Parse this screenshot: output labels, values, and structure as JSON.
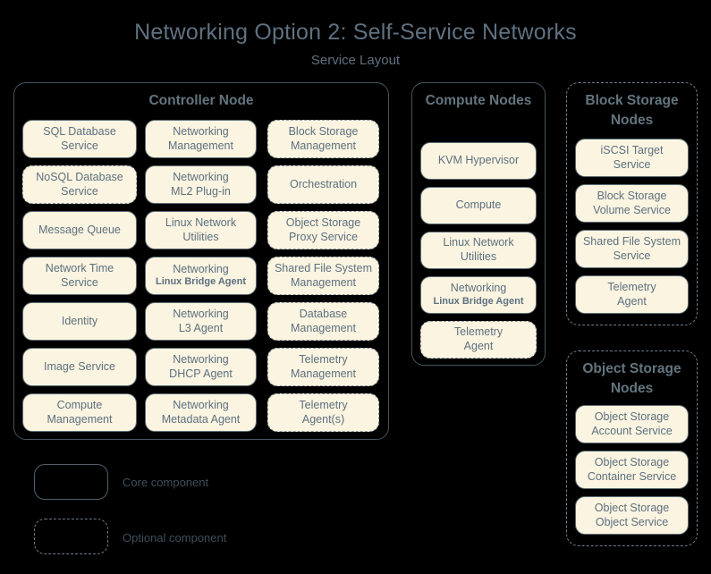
{
  "header": {
    "title": "Networking Option 2: Self-Service Networks",
    "subtitle": "Service Layout"
  },
  "controller_node": {
    "title": "Controller Node",
    "columns": [
      {
        "items": [
          {
            "l1": "SQL Database",
            "l2": "Service",
            "optional": false
          },
          {
            "l1": "NoSQL Database",
            "l2": "Service",
            "optional": true
          },
          {
            "l1": "Message Queue",
            "l2": "",
            "optional": false
          },
          {
            "l1": "Network Time",
            "l2": "Service",
            "optional": false
          },
          {
            "l1": "Identity",
            "l2": "",
            "optional": false
          },
          {
            "l1": "Image Service",
            "l2": "",
            "optional": false
          },
          {
            "l1": "Compute",
            "l2": "Management",
            "optional": false
          }
        ]
      },
      {
        "items": [
          {
            "l1": "Networking",
            "l2": "Management",
            "optional": false
          },
          {
            "l1": "Networking",
            "l2": "ML2 Plug-in",
            "optional": false
          },
          {
            "l1": "Linux Network",
            "l2": "Utilities",
            "optional": false
          },
          {
            "l1": "Networking",
            "l2": "Linux Bridge Agent",
            "optional": false,
            "small_second_line": true
          },
          {
            "l1": "Networking",
            "l2": "L3 Agent",
            "optional": false
          },
          {
            "l1": "Networking",
            "l2": "DHCP Agent",
            "optional": false
          },
          {
            "l1": "Networking",
            "l2": "Metadata Agent",
            "optional": false
          }
        ]
      },
      {
        "items": [
          {
            "l1": "Block Storage",
            "l2": "Management",
            "optional": true
          },
          {
            "l1": "Orchestration",
            "l2": "",
            "optional": true
          },
          {
            "l1": "Object Storage",
            "l2": "Proxy Service",
            "optional": true
          },
          {
            "l1": "Shared File System",
            "l2": "Management",
            "optional": true
          },
          {
            "l1": "Database",
            "l2": "Management",
            "optional": true
          },
          {
            "l1": "Telemetry",
            "l2": "Management",
            "optional": true
          },
          {
            "l1": "Telemetry",
            "l2": "Agent(s)",
            "optional": true
          }
        ]
      }
    ]
  },
  "compute_nodes": {
    "title": "Compute Nodes",
    "optional_container": false,
    "items": [
      {
        "l1": "KVM Hypervisor",
        "l2": "",
        "optional": false
      },
      {
        "l1": "Compute",
        "l2": "",
        "optional": false
      },
      {
        "l1": "Linux Network",
        "l2": "Utilities",
        "optional": false
      },
      {
        "l1": "Networking",
        "l2": "Linux Bridge Agent",
        "optional": false,
        "small_second_line": true
      },
      {
        "l1": "Telemetry",
        "l2": "Agent",
        "optional": true
      }
    ]
  },
  "block_storage_nodes": {
    "title": "Block Storage Nodes",
    "optional_container": true,
    "items": [
      {
        "l1": "iSCSI Target",
        "l2": "Service",
        "optional": false
      },
      {
        "l1": "Block Storage",
        "l2": "Volume Service",
        "optional": false
      },
      {
        "l1": "Shared File System",
        "l2": "Service",
        "optional": false
      },
      {
        "l1": "Telemetry",
        "l2": "Agent",
        "optional": false
      }
    ]
  },
  "object_storage_nodes": {
    "title": "Object Storage Nodes",
    "optional_container": true,
    "items": [
      {
        "l1": "Object Storage",
        "l2": "Account Service",
        "optional": false
      },
      {
        "l1": "Object Storage",
        "l2": "Container Service",
        "optional": false
      },
      {
        "l1": "Object Storage",
        "l2": "Object Service",
        "optional": false
      }
    ]
  },
  "legend": {
    "core_label": "Core component",
    "optional_label": "Optional component"
  },
  "colors": {
    "background": "#000000",
    "chip_fill": "#fbf4e0",
    "chip_border": "#5a6b75",
    "text": "#5c7080",
    "container_border": "#46555f",
    "dashed_border": "#70808b"
  }
}
